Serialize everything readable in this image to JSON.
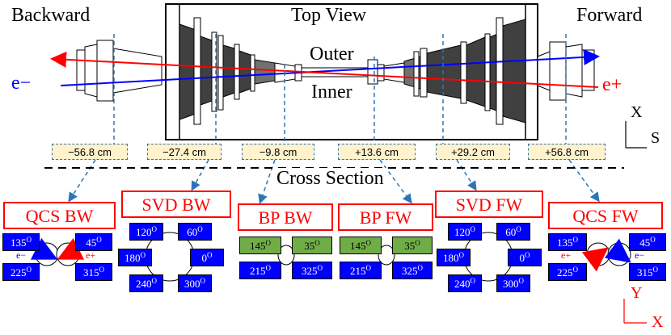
{
  "header": {
    "backward": "Backward",
    "top_view": "Top View",
    "forward": "Forward"
  },
  "beam_labels": {
    "outer": "Outer",
    "inner": "Inner",
    "e_minus": "e−",
    "e_plus": "e+"
  },
  "axes_top": {
    "x": "X",
    "s": "S"
  },
  "axes_bottom": {
    "y": "Y",
    "x": "X"
  },
  "cross_section": "Cross Section",
  "positions": [
    "−56.8 cm",
    "−27.4 cm",
    "−9.8 cm",
    "+13.6 cm",
    "+29.2 cm",
    "+56.8 cm"
  ],
  "sections": {
    "qcs_bw": {
      "title": "QCS BW",
      "b135": "135",
      "b225": "225",
      "b45": "45",
      "b315": "315",
      "left": "e−",
      "right": "e+"
    },
    "svd_bw": {
      "title": "SVD BW",
      "b120": "120",
      "b60": "60",
      "b180": "180",
      "b0": "0",
      "b240": "240",
      "b300": "300"
    },
    "bp_bw": {
      "title": "BP BW",
      "b145": "145",
      "b35": "35",
      "b215": "215",
      "b325": "325"
    },
    "bp_fw": {
      "title": "BP FW",
      "b145": "145",
      "b35": "35",
      "b215": "215",
      "b325": "325"
    },
    "svd_fw": {
      "title": "SVD FW",
      "b120": "120",
      "b60": "60",
      "b180": "180",
      "b0": "0",
      "b240": "240",
      "b300": "300"
    },
    "qcs_fw": {
      "title": "QCS FW",
      "b135": "135",
      "b225": "225",
      "b45": "45",
      "b315": "315",
      "left": "e+",
      "right": "e−"
    }
  },
  "degree_symbol": "O",
  "colors": {
    "red": "#ff0000",
    "blue": "#0000ff",
    "green": "#70ad47",
    "dashed": "#2e75b6",
    "tag": "#fff2cc"
  }
}
